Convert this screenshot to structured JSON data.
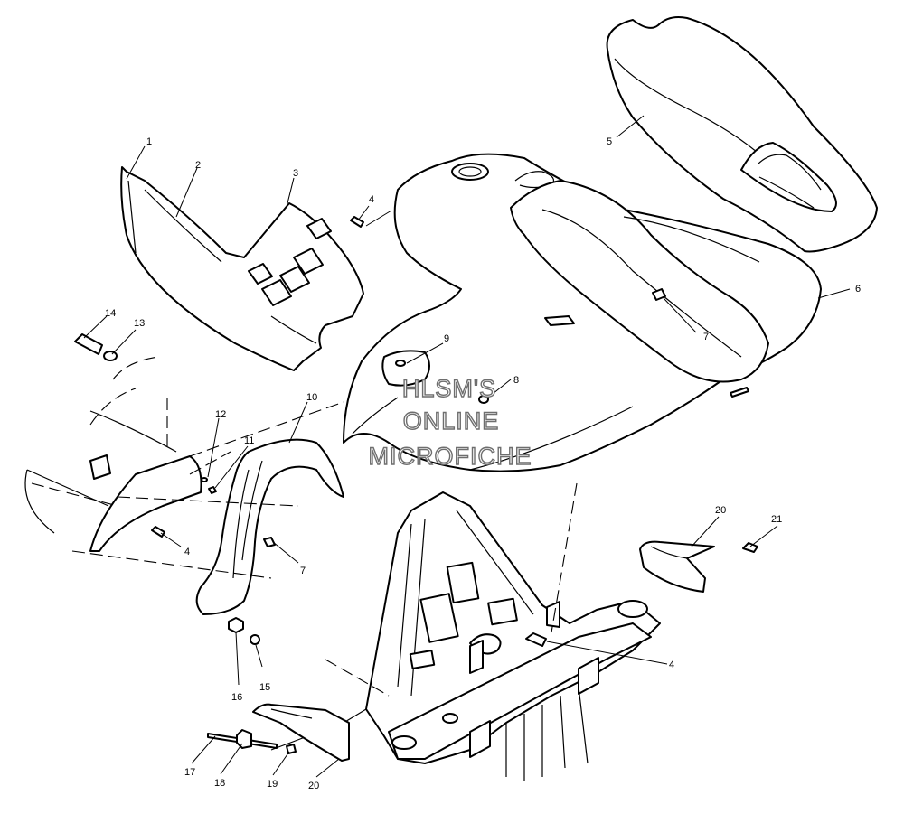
{
  "callouts": [
    {
      "num": "1"
    },
    {
      "num": "2"
    },
    {
      "num": "3"
    },
    {
      "num": "4"
    },
    {
      "num": "5"
    },
    {
      "num": "6"
    },
    {
      "num": "7"
    },
    {
      "num": "8"
    },
    {
      "num": "9"
    },
    {
      "num": "10"
    },
    {
      "num": "11"
    },
    {
      "num": "12"
    },
    {
      "num": "13"
    },
    {
      "num": "14"
    },
    {
      "num": "7"
    },
    {
      "num": "4"
    },
    {
      "num": "15"
    },
    {
      "num": "16"
    },
    {
      "num": "17"
    },
    {
      "num": "18"
    },
    {
      "num": "19"
    },
    {
      "num": "20"
    },
    {
      "num": "20"
    },
    {
      "num": "21"
    },
    {
      "num": "4"
    }
  ],
  "watermark": {
    "line1": "HLSM'S",
    "line2": "ONLINE",
    "line3": "MICROFICHE"
  }
}
